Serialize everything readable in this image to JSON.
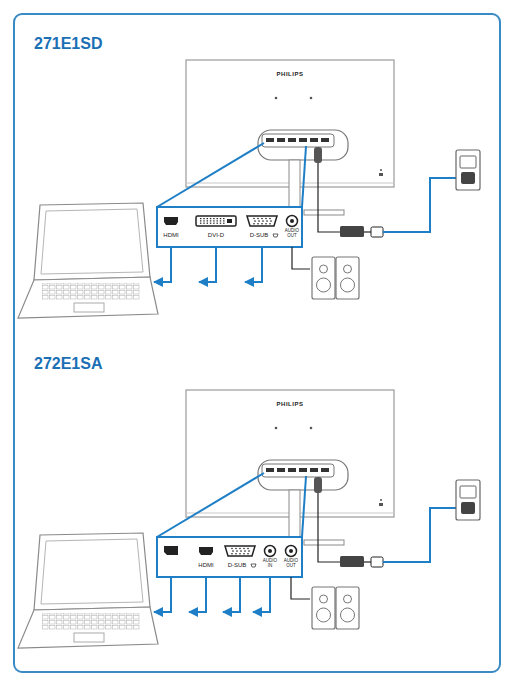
{
  "diagram": {
    "labels": [
      "271E1SD",
      "PHILIPS",
      "HDMI",
      "DVI-D",
      "D-SUB",
      "AUDIO OUT",
      "272E1SA",
      "PHILIPS",
      "HDMI",
      "D-SUB",
      "AUDIO IN",
      "AUDIO OUT"
    ]
  }
}
